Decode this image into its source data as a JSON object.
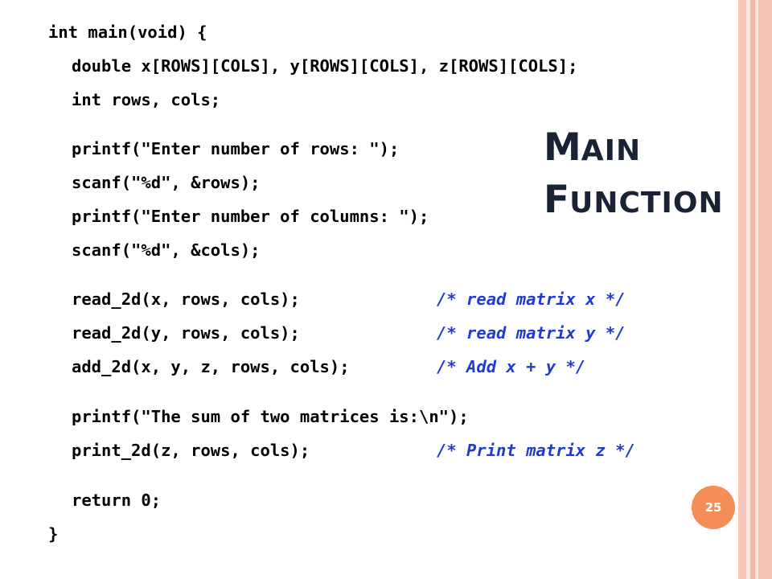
{
  "slide": {
    "title": {
      "line1_initial": "M",
      "line1_rest": "AIN",
      "line2_initial": "F",
      "line2_rest": "UNCTION"
    },
    "page_number": "25",
    "colors": {
      "code": "#000000",
      "comment": "#1f3bd0",
      "title": "#1a2236",
      "badge": "#f58d57",
      "stripe": "#f7c3b3"
    }
  },
  "code": {
    "l1": "int main(void) {",
    "l2": "double x[ROWS][COLS], y[ROWS][COLS], z[ROWS][COLS];",
    "l3": "int rows, cols;",
    "l4": "printf(\"Enter number of rows: \");",
    "l5": "scanf(\"%d\", &rows);",
    "l6": "printf(\"Enter number of columns: \");",
    "l7": "scanf(\"%d\", &cols);",
    "l8": "read_2d(x, rows, cols);",
    "c8": "/* read matrix x */",
    "l9": "read_2d(y, rows, cols);",
    "c9": "/* read matrix y */",
    "l10": "add_2d(x, y, z, rows, cols);",
    "c10": "/* Add x + y */",
    "l11": "printf(\"The sum of two matrices is:\\n\");",
    "l12": "print_2d(z, rows, cols);",
    "c12": "/* Print matrix z */",
    "l13": "return 0;",
    "l14": "}"
  }
}
